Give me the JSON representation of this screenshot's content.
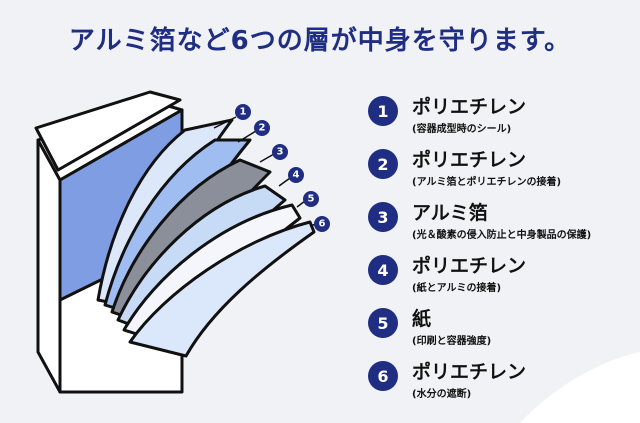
{
  "title": "アルミ箔など6つの層が中身を守ります。",
  "callouts": [
    "1",
    "2",
    "3",
    "4",
    "5",
    "6"
  ],
  "layers": [
    {
      "number": "1",
      "name": "ポリエチレン",
      "desc": "(容器成型時のシール)"
    },
    {
      "number": "2",
      "name": "ポリエチレン",
      "desc": "(アルミ箔とポリエチレンの接着)"
    },
    {
      "number": "3",
      "name": "アルミ箔",
      "desc": "(光＆酸素の侵入防止と中身製品の保護)"
    },
    {
      "number": "4",
      "name": "ポリエチレン",
      "desc": "(紙とアルミの接着)"
    },
    {
      "number": "5",
      "name": "紙",
      "desc": "(印刷と容器強度)"
    },
    {
      "number": "6",
      "name": "ポリエチレン",
      "desc": "(水分の遮断)"
    }
  ],
  "colors": {
    "accent": "#1f2d82",
    "carton_blue": "#7f9de3",
    "aluminum": "#8a8f99",
    "light_blue": "#c8dbf6",
    "background": "#f1f2f6"
  }
}
